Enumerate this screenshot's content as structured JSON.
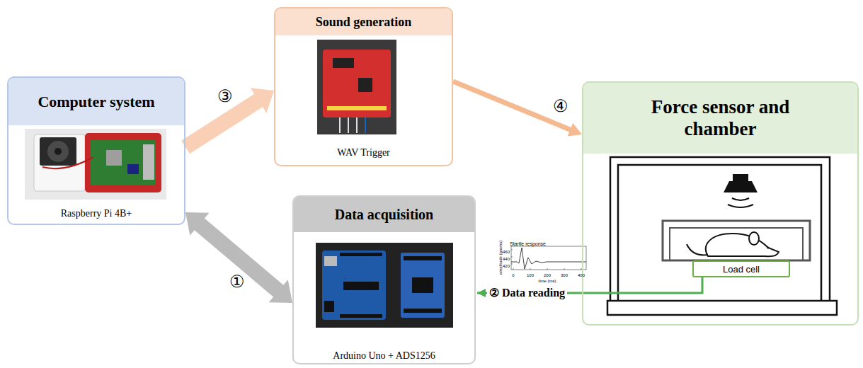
{
  "diagram": {
    "nodes": [
      {
        "text": [
          "Computer system",
          "Raspberry Pi 4B+"
        ]
      },
      {
        "text": [
          "Sound generation",
          "WAV Trigger"
        ]
      },
      {
        "text": [
          "Data acquisition",
          "Arduino Uno + ADS1256"
        ]
      },
      {
        "text": [
          "Force sensor and chamber"
        ]
      },
      {
        "text": [
          "Load cell"
        ],
        "in": 3
      }
    ],
    "edges": [
      {
        "from": 0,
        "to": 2,
        "arrow": "both",
        "label": "①"
      },
      {
        "from": 4,
        "to": 2,
        "arrow": "to",
        "label": "② Data reading"
      },
      {
        "from": 0,
        "to": 1,
        "arrow": "to",
        "label": "③"
      },
      {
        "from": 1,
        "to": 3,
        "arrow": "to",
        "label": "④"
      }
    ],
    "labels": [
      "Startle response",
      "460",
      "440",
      "420",
      "amplitude (grams)",
      "0",
      "100",
      "200",
      "300",
      "400",
      "time (ms)"
    ]
  }
}
